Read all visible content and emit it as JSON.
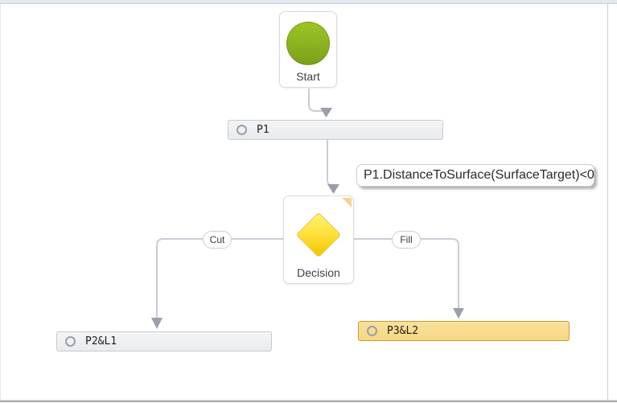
{
  "workflow": {
    "nodes": {
      "start": {
        "label": "Start",
        "type": "start-event"
      },
      "p1": {
        "label": "P1",
        "type": "task"
      },
      "decision": {
        "label": "Decision",
        "type": "gateway"
      },
      "p2l1": {
        "label": "P2&L1",
        "type": "task"
      },
      "p3l2": {
        "label": "P3&L2",
        "type": "task",
        "highlighted": true
      }
    },
    "edges": {
      "p1_to_decision": {
        "label": "P1.DistanceToSurface(SurfaceTarget)<0"
      },
      "decision_cut": {
        "label": "Cut"
      },
      "decision_fill": {
        "label": "Fill"
      }
    },
    "colors": {
      "connector": "#c9cdd6",
      "arrowhead": "#9b9fa8",
      "bar_fill": "#eceef1",
      "bar_border": "#c6cbd2",
      "highlight_bar_fill": "#f7dd90",
      "highlight_bar_border": "#cf9c30",
      "start_circle": "#8ab120",
      "decision_diamond": "#ffd929",
      "top_band": "#e3e7ee"
    }
  }
}
